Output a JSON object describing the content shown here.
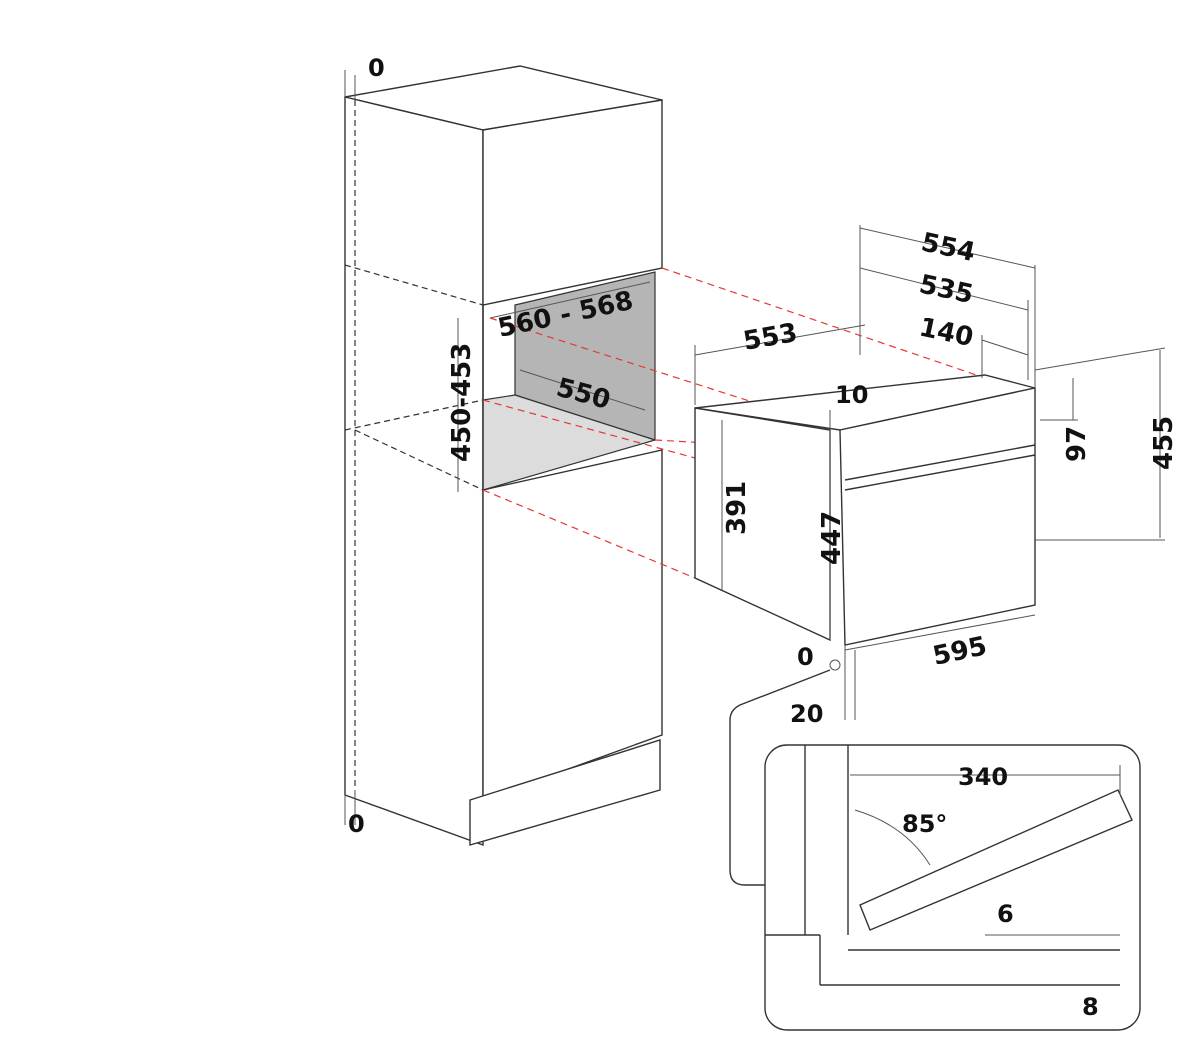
{
  "title": "Oven built-in installation dimensions",
  "colors": {
    "line": "#333333",
    "guide": "#e53935",
    "niche_back": "#b5b5b5",
    "niche_floor": "#dcdcdc"
  },
  "cabinet": {
    "top_gap": "0",
    "bottom_gap": "0",
    "niche_width": "560 - 568",
    "niche_height": "450-453",
    "niche_depth": "550"
  },
  "oven": {
    "depth_total": "554",
    "depth_body": "535",
    "rear_offset": "140",
    "side_depth": "553",
    "front_offset": "10",
    "panel_height": "97",
    "total_height": "455",
    "body_height": "391",
    "side_height": "447",
    "width": "595",
    "bottom_gap": "0",
    "door_thickness": "20"
  },
  "detail": {
    "door_open_length": "340",
    "angle": "85°",
    "gap_top": "6",
    "gap_bottom": "8"
  }
}
